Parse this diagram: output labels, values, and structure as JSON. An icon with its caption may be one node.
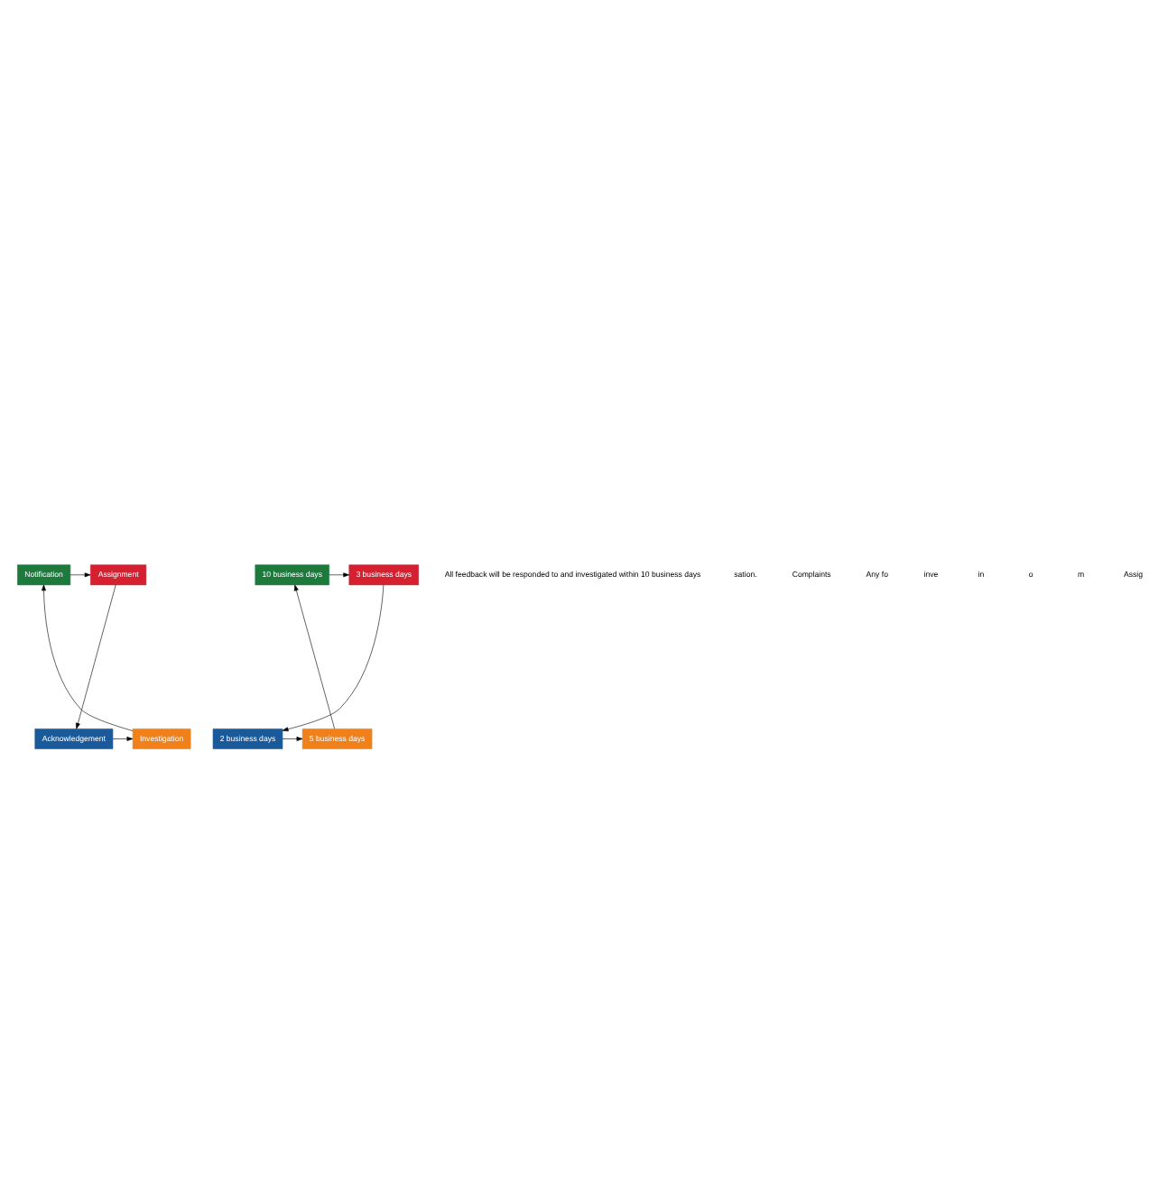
{
  "diagram": {
    "nodes": [
      {
        "text": [
          "Notification"
        ]
      },
      {
        "text": [
          "Assignment"
        ]
      },
      {
        "text": [
          "Acknowledgement"
        ]
      },
      {
        "text": [
          "Investigation"
        ]
      },
      {
        "text": [
          "10 business days"
        ]
      },
      {
        "text": [
          "3 business days"
        ]
      },
      {
        "text": [
          "2 business days"
        ]
      },
      {
        "text": [
          "5 business days"
        ]
      },
      {
        "text": [
          "All feedback will be responded to and investigated within 10 business days"
        ]
      }
    ],
    "edges": [
      {
        "from": 0,
        "to": 1,
        "arrow": "to"
      },
      {
        "from": 1,
        "to": 2,
        "arrow": "to"
      },
      {
        "from": 2,
        "to": 3,
        "arrow": "to"
      },
      {
        "from": 3,
        "to": 0,
        "arrow": "to"
      },
      {
        "from": 4,
        "to": 5,
        "arrow": "to"
      },
      {
        "from": 5,
        "to": 6,
        "arrow": "to"
      },
      {
        "from": 6,
        "to": 7,
        "arrow": "to"
      },
      {
        "from": 7,
        "to": 4,
        "arrow": "to"
      }
    ],
    "labels": [
      "sation.",
      "Complaints",
      "Any fo",
      "inve",
      "in",
      "o",
      "m",
      "Assig"
    ]
  }
}
